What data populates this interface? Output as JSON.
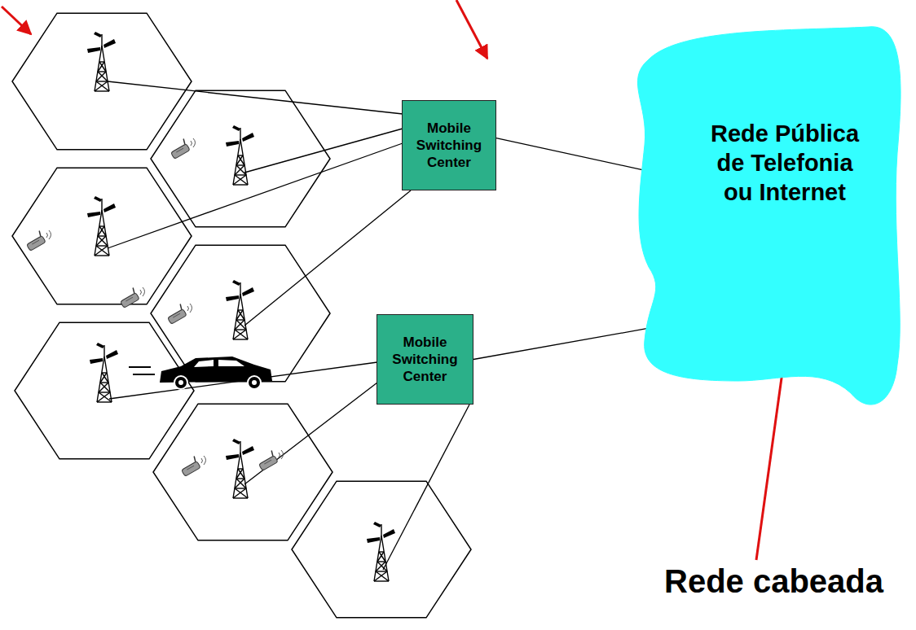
{
  "diagram": {
    "nodes": [
      {
        "text": [
          "Mobile Switching Center"
        ]
      },
      {
        "text": [
          "Mobile Switching Center"
        ]
      },
      {
        "text": [
          "Rede Pública de Telefonia ou Internet"
        ]
      }
    ],
    "edges": [
      {
        "from": 0,
        "to": 2,
        "arrow": "none"
      },
      {
        "from": 1,
        "to": 2,
        "arrow": "none"
      }
    ],
    "labels": [
      "Rede cabeada"
    ]
  }
}
